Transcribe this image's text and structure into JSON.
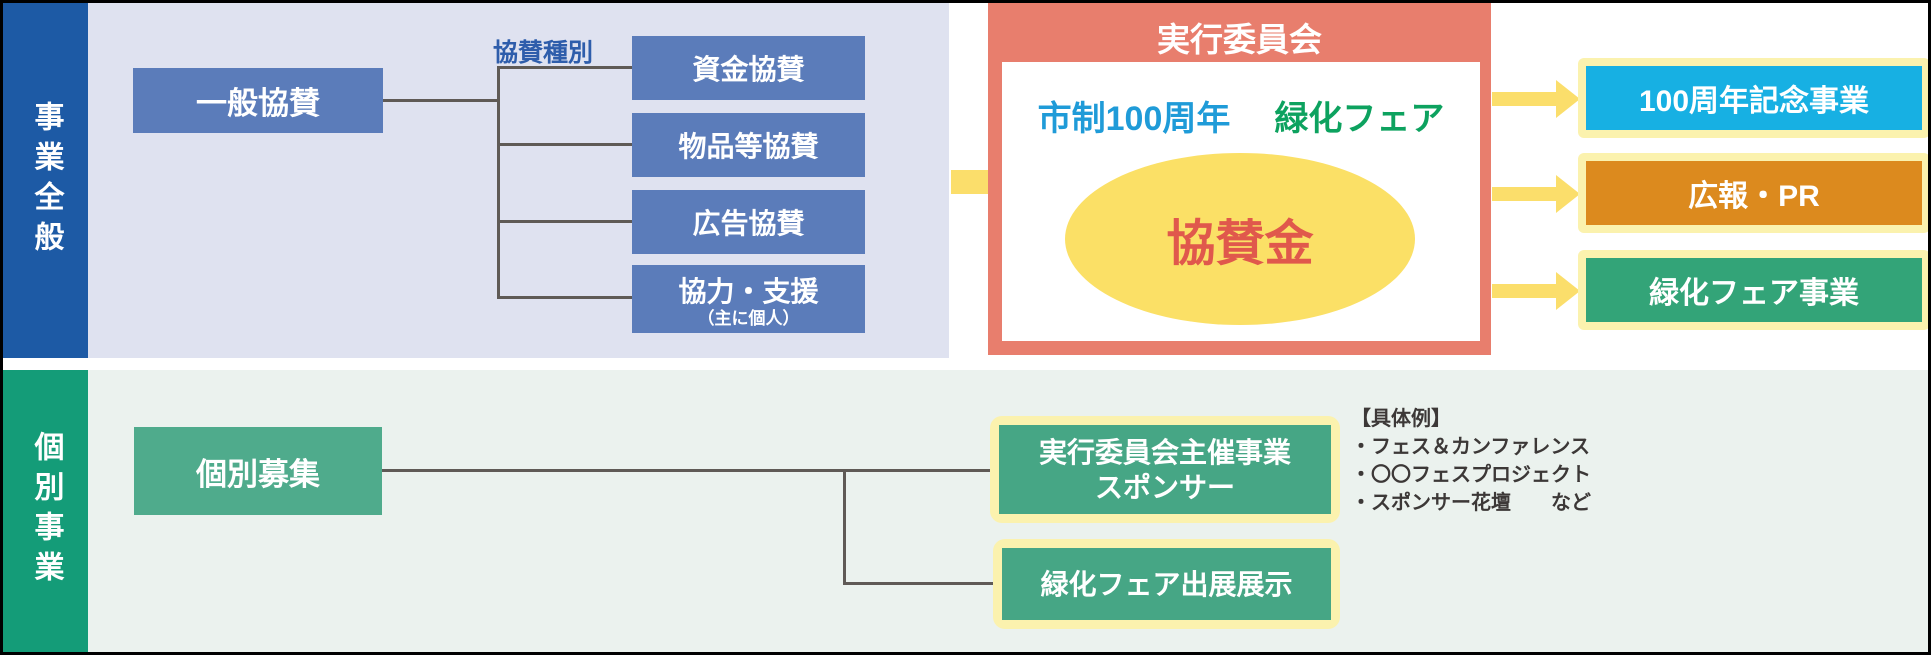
{
  "top_section": {
    "sidebar_label": "事業全般",
    "general_label": "一般協賛",
    "type_label": "協賛種別",
    "sponsor_types": [
      "資金協賛",
      "物品等協賛",
      "広告協賛",
      "協力・支援"
    ],
    "sponsor_type4_sub": "（主に個人）",
    "committee": {
      "title": "実行委員会",
      "subtitle_left": "市制100周年",
      "subtitle_right": "緑化フェア",
      "ellipse_label": "協賛金"
    },
    "outputs": [
      {
        "label": "100周年記念事業"
      },
      {
        "label": "広報・PR"
      },
      {
        "label": "緑化フェア事業"
      }
    ]
  },
  "bottom_section": {
    "sidebar_label": "個別事業",
    "recruit_label": "個別募集",
    "items": [
      {
        "line1": "実行委員会主催事業",
        "line2": "スポンサー"
      },
      {
        "line1": "緑化フェア出展展示"
      }
    ],
    "examples": {
      "heading": "【具体例】",
      "bullets": [
        "・フェス＆カンファレンス",
        "・〇〇フェスプロジェクト",
        "・スポンサー花壇　　など"
      ]
    }
  },
  "colors": {
    "sidebar_blue": "#1d5aa5",
    "sidebar_green": "#149c78",
    "panel_lavender": "#dfe2f0",
    "panel_light_green": "#ebf2ee",
    "sponsor_box_blue": "#5b7cba",
    "committee_salmon": "#e87e6d",
    "arrow_yellow": "#fbde6b",
    "ellipse_yellow": "#fbe066",
    "kyosankin_red": "#e0584c",
    "subtitle_blue": "#1f9bd8",
    "subtitle_green": "#0da25f",
    "output_cyan": "#17b0e3",
    "output_orange": "#dc8a1e",
    "output_green": "#33a478",
    "cream_border": "#fbf2ae",
    "bottom_box_green": "#46a685",
    "connector_gray": "#5f5a56"
  }
}
